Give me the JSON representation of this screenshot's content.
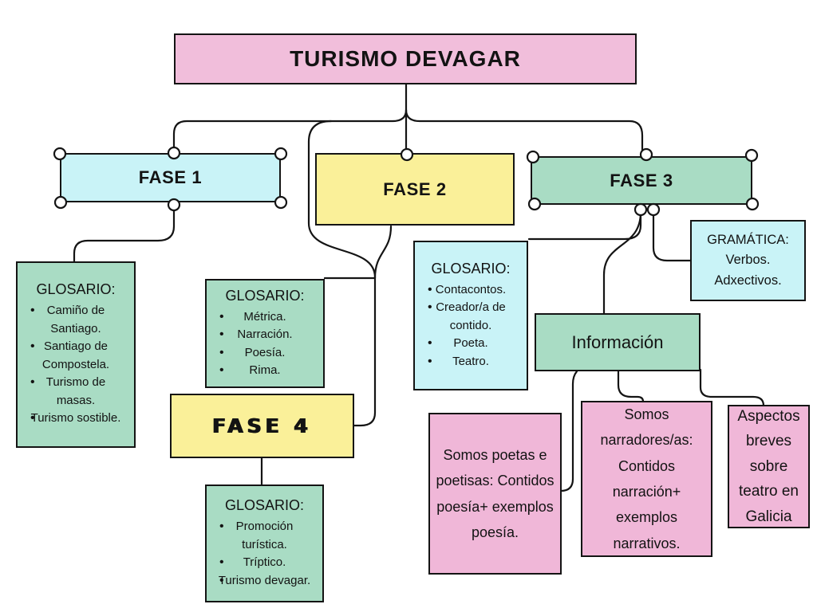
{
  "title": "TURISMO DEVAGAR",
  "nodes": {
    "fase1": "FASE 1",
    "fase2": "FASE 2",
    "fase3": "FASE 3",
    "fase4": "FASE 4",
    "informacion": "Información"
  },
  "glossaries": {
    "g1": {
      "heading": "GLOSARIO:",
      "items": [
        "Camiño de Santiago.",
        "Santiago de Compostela.",
        "Turismo de masas.",
        "Turismo sostible."
      ]
    },
    "g2": {
      "heading": "GLOSARIO:",
      "items": [
        "Métrica.",
        "Narración.",
        "Poesía.",
        "Rima."
      ]
    },
    "g3": {
      "heading": "GLOSARIO:",
      "items": [
        "Contacontos.",
        "Creador/a de contido.",
        "Poeta.",
        "Teatro."
      ]
    },
    "g4": {
      "heading": "GLOSARIO:",
      "items": [
        "Promoción turística.",
        "Tríptico.",
        "Turismo devagar."
      ]
    }
  },
  "gramatica": {
    "line1": "GRAMÁTICA:",
    "line2": "Verbos.",
    "line3": "Adxectivos."
  },
  "activities": {
    "poesia": "Somos poetas e poetisas: Contidos poesía+ exemplos poesía.",
    "narracion": "Somos narradores/as: Contidos narración+ exemplos narrativos.",
    "teatro": "Aspectos breves sobre teatro en Galicia"
  },
  "colors": {
    "pink_title": "#F1BEDB",
    "pink_activity": "#F0B7D8",
    "cyan": "#C9F3F7",
    "yellow": "#FAF099",
    "green": "#A9DCC4",
    "outline": "#141414",
    "handle_fill": "#FFFFFF"
  }
}
